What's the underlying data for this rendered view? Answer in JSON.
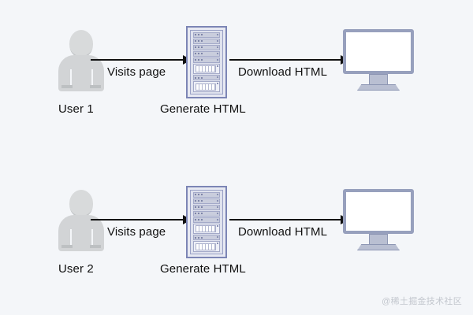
{
  "page": {
    "background_color": "#f4f6f9",
    "watermark": "@稀土掘金技术社区"
  },
  "palette": {
    "background": "#f4f6f9",
    "person_fill": "#d2d4d6",
    "server_border": "#7c85b5",
    "server_fill": "#dfe2ee",
    "monitor_border": "#97a0bd",
    "monitor_screen": "#ffffff",
    "arrow": "#111111",
    "text": "#111111",
    "watermark": "#c3c7ce"
  },
  "diagram": {
    "type": "flowchart",
    "title": "",
    "rows": [
      {
        "id": "row-1",
        "nodes": [
          {
            "id": "user-1",
            "icon": "person-icon",
            "label": "User 1"
          },
          {
            "id": "server-1",
            "icon": "server-icon",
            "label": "Generate HTML"
          },
          {
            "id": "client-1",
            "icon": "monitor-icon",
            "label": ""
          }
        ],
        "edges": [
          {
            "id": "edge-visits-1",
            "from": "user-1",
            "to": "server-1",
            "label": "Visits page"
          },
          {
            "id": "edge-download-1",
            "from": "server-1",
            "to": "client-1",
            "label": "Download HTML"
          }
        ]
      },
      {
        "id": "row-2",
        "nodes": [
          {
            "id": "user-2",
            "icon": "person-icon",
            "label": "User 2"
          },
          {
            "id": "server-2",
            "icon": "server-icon",
            "label": "Generate HTML"
          },
          {
            "id": "client-2",
            "icon": "monitor-icon",
            "label": ""
          }
        ],
        "edges": [
          {
            "id": "edge-visits-2",
            "from": "user-2",
            "to": "server-2",
            "label": "Visits page"
          },
          {
            "id": "edge-download-2",
            "from": "server-2",
            "to": "client-2",
            "label": "Download HTML"
          }
        ]
      }
    ]
  }
}
